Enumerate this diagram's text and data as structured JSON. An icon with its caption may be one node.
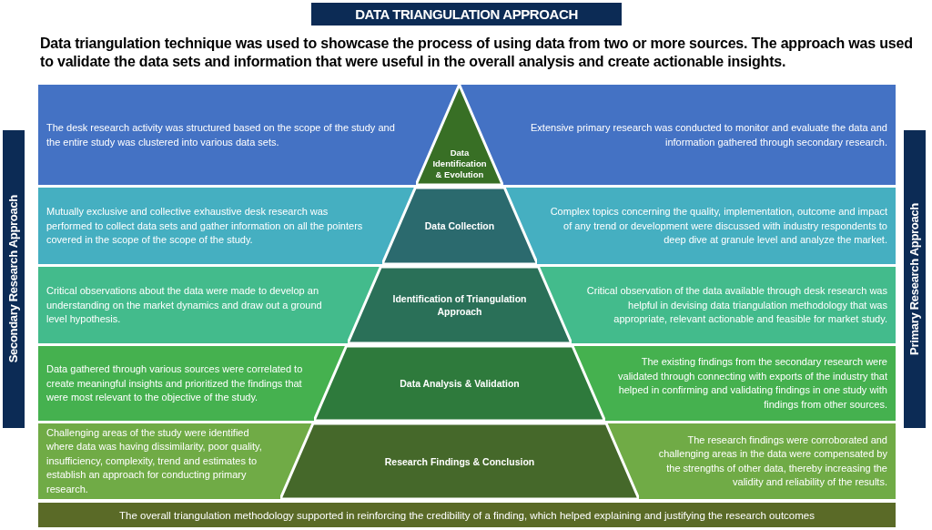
{
  "diagram": {
    "title": "DATA TRIANGULATION APPROACH",
    "caption": "Data triangulation technique was used to showcase the process of using data from two or more sources. The approach was used to validate the data sets and information that were useful in the overall analysis and create actionable insights.",
    "nodes": [
      {
        "text": [
          "Secondary Research Approach"
        ]
      },
      {
        "text": [
          "Primary Research Approach"
        ]
      },
      {
        "text": [
          "The desk research activity was structured based on the scope of the study and the entire study was clustered into various data sets.",
          "Extensive primary research was conducted to monitor and evaluate the data and information gathered through secondary research."
        ]
      },
      {
        "text": [
          "Data Identification & Evolution"
        ],
        "in": 2
      },
      {
        "text": [
          "Mutually exclusive and collective exhaustive desk research was performed to collect data sets and gather information on all the pointers covered in the scope of the scope of the study.",
          "Complex topics concerning the quality, implementation, outcome and impact of any trend or development were discussed with industry respondents to deep dive at granule level and analyze the market."
        ]
      },
      {
        "text": [
          "Data Collection"
        ],
        "in": 4
      },
      {
        "text": [
          "Critical observations about the data were made to develop an understanding on the market dynamics and draw out a ground level hypothesis.",
          "Critical observation of the data available through desk research was helpful in devising data triangulation methodology that was appropriate, relevant actionable and feasible for market study."
        ]
      },
      {
        "text": [
          "Identification of Triangulation Approach"
        ],
        "in": 6
      },
      {
        "text": [
          "Data gathered through various sources were correlated to create meaningful insights and prioritized the findings that were most relevant to the objective of the study.",
          "The existing findings from the secondary research were validated through connecting with exports of the industry that helped in confirming and validating findings in one study with findings from other sources."
        ]
      },
      {
        "text": [
          "Data Analysis & Validation"
        ],
        "in": 8
      },
      {
        "text": [
          "Challenging areas of the study were identified where data was having dissimilarity, poor quality, insufficiency, complexity, trend and estimates to establish an approach for conducting primary research.",
          "The research findings were corroborated and challenging areas in the data were compensated by the strengths of other data, thereby increasing the validity and reliability of the results."
        ]
      },
      {
        "text": [
          "Research Findings & Conclusion"
        ],
        "in": 10
      },
      {
        "text": [
          "The overall triangulation methodology supported in reinforcing the credibility of a finding, which helped explaining and justifying the research outcomes"
        ]
      }
    ]
  }
}
